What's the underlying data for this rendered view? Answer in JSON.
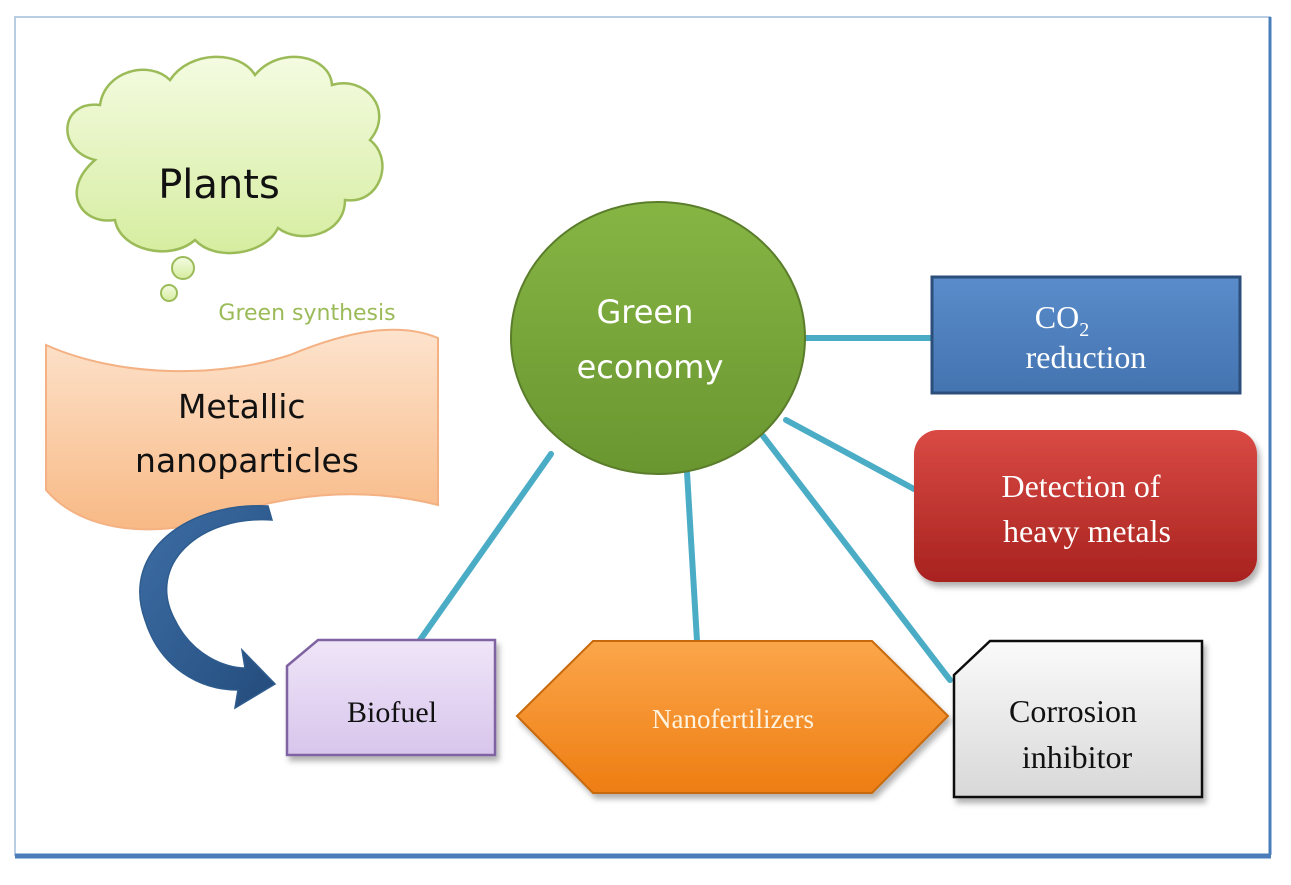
{
  "nodes": {
    "plants": {
      "label": "Plants"
    },
    "green_synthesis": {
      "label": "Green synthesis"
    },
    "metallic_nanoparticles": {
      "line1": "Metallic",
      "line2": "nanoparticles"
    },
    "green_economy": {
      "line1": "Green",
      "line2": "economy"
    },
    "co2_reduction": {
      "co": "CO",
      "sub": "2",
      "line2": "reduction"
    },
    "detection": {
      "line1": "Detection of",
      "line2": "heavy metals"
    },
    "biofuel": {
      "label": "Biofuel"
    },
    "nanofertilizers": {
      "label": "Nanofertilizers"
    },
    "corrosion": {
      "line1": "Corrosion",
      "line2": "inhibitor"
    }
  },
  "colors": {
    "cloud_fill": "#e6f5c3",
    "cloud_stroke": "#9bbb59",
    "banner_fill": "#fbc9a0",
    "ellipse_fill": "#78a536",
    "co2_fill": "#4f81bd",
    "detection_fill": "#c0302c",
    "biofuel_fill": "#e4d6f2",
    "hex_fill": "#f68f21",
    "corrosion_fill": "#eeeeee",
    "connector": "#4bacc6",
    "frame": "#4a7ebb",
    "arrow": "#2e5c8e"
  }
}
